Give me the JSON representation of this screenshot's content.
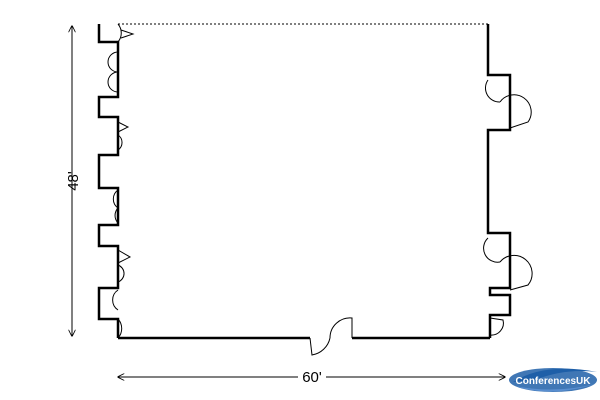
{
  "dimensions": {
    "height_label": "48'",
    "width_label": "60'"
  },
  "logo": {
    "text": "ConferencesUK",
    "colors": {
      "swoosh": "#1f5fa8",
      "text": "#ffffff"
    }
  }
}
